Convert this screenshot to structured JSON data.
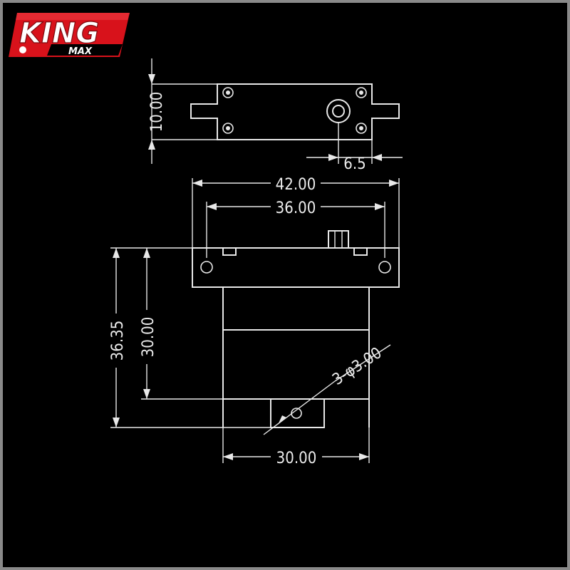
{
  "brand": {
    "name_top": "KING",
    "name_bottom": "MAX",
    "colors": {
      "red": "#d8121b",
      "dark_red": "#7a0b0f",
      "black": "#000000",
      "line": "#e8e8e8"
    }
  },
  "dimensions": {
    "top_height": "10.00",
    "top_offset": "6.5",
    "overall_width": "42.00",
    "hole_spacing": "36.00",
    "overall_height": "36.35",
    "body_height": "30.00",
    "hole_callout": "3-φ3.00",
    "body_width": "30.00"
  }
}
